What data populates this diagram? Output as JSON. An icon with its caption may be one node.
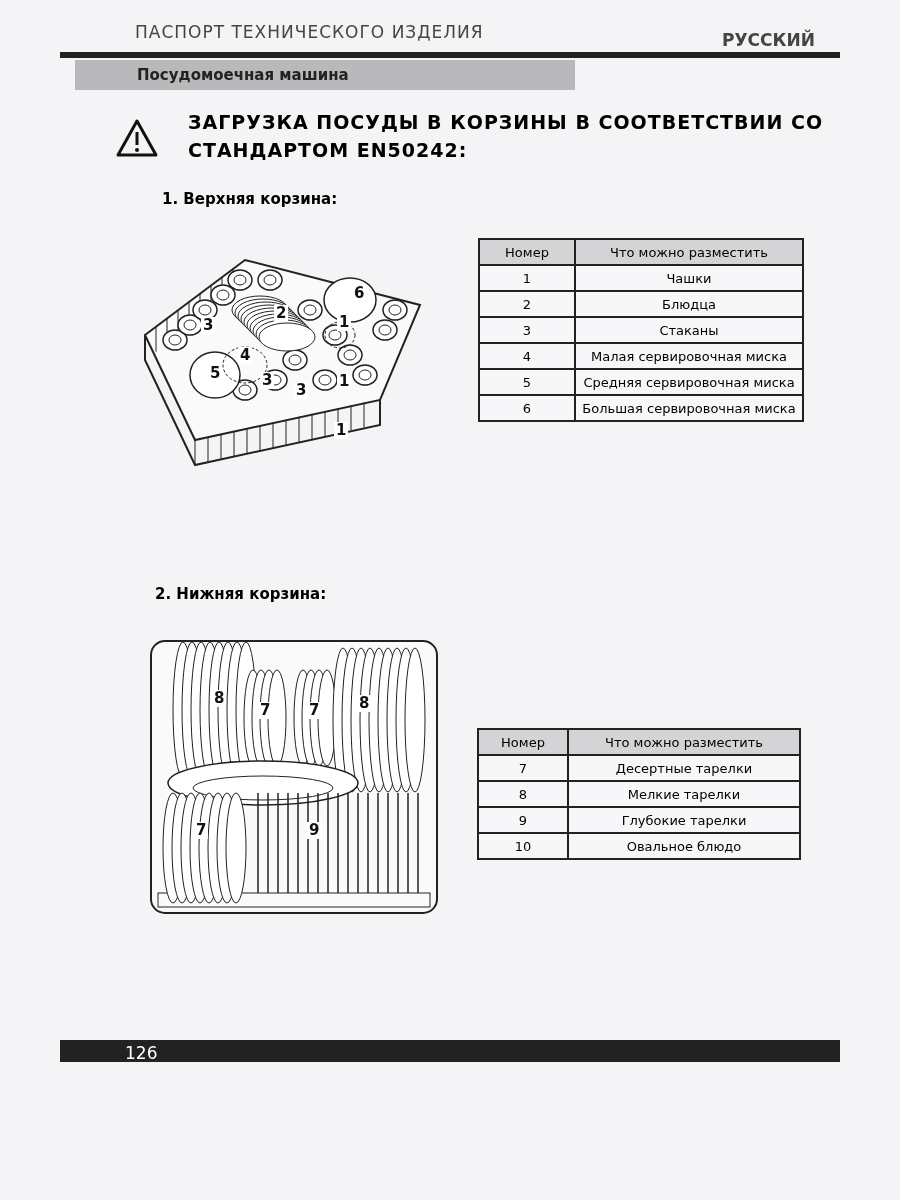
{
  "diagram": {
    "title": "ЗАГРУЗКА ПОСУДЫ В КОРЗИНЫ В СООТВЕТСТВИИ СО СТАНДАРТОМ EN50242:",
    "labels": [
      "ПАСПОРТ ТЕХНИЧЕСКОГО ИЗДЕЛИЯ",
      "РУССКИЙ",
      "Посудомоечная машина",
      "1. Верхняя корзина:",
      "6",
      "3",
      "2",
      "1",
      "4",
      "5",
      "3",
      "3",
      "1",
      "1",
      "Номер",
      "Что можно разместить",
      "1",
      "Чашки",
      "2",
      "Блюдца",
      "3",
      "Стаканы",
      "4",
      "Малая сервировочная миска",
      "5",
      "Средняя сервировочная миска",
      "6",
      "Большая сервировочная миска",
      "2. Нижняя корзина:",
      "8",
      "7",
      "7",
      "8",
      "7",
      "9",
      "Номер",
      "Что можно разместить",
      "7",
      "Десертные тарелки",
      "8",
      "Мелкие тарелки",
      "9",
      "Глубокие тарелки",
      "10",
      "Овальное блюдо",
      "126"
    ]
  }
}
